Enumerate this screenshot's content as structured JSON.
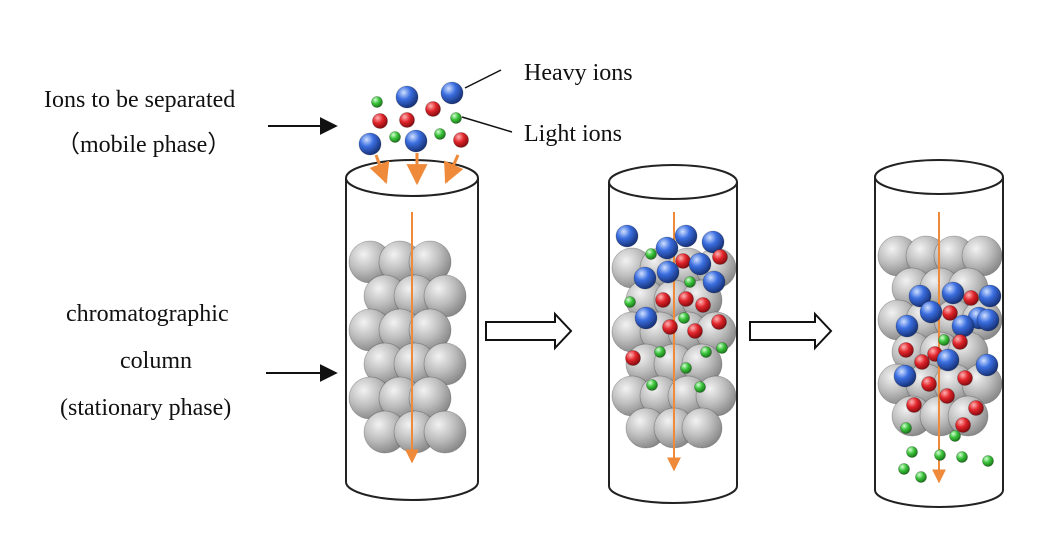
{
  "labels": {
    "ions_to_be_separated": "Ions to be separated",
    "mobile_phase": "（mobile phase）",
    "heavy_ions": "Heavy ions",
    "light_ions": "Light ions",
    "chromatographic": "chromatographic",
    "column": "column",
    "stationary_phase": "(stationary phase)"
  },
  "colors": {
    "heavy_ion": "#2f5fd0",
    "medium_ion": "#e0242a",
    "light_ion": "#3cc43c",
    "stationary_bead": "#b5b5b5",
    "flow_arrow": "#ee8a3a",
    "outline": "#222222"
  },
  "icons": {
    "stage_transition": "hollow-right-arrow-icon",
    "pointer": "black-arrow-icon"
  }
}
